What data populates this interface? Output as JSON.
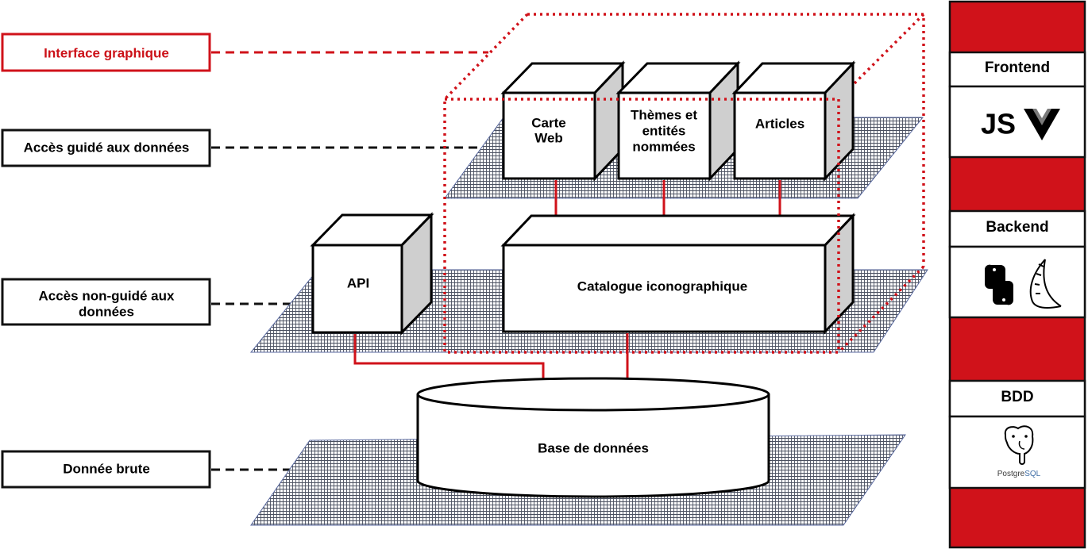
{
  "colors": {
    "accent_red": "#d0121a",
    "ui_red_text": "#cc1118",
    "box_side": "#cfcfcf",
    "grid": "#4a5a86",
    "postgres_blue": "#3f6ea6"
  },
  "layers": {
    "interface_graphique": "Interface graphique",
    "acces_guide": "Accès guidé aux données",
    "acces_non_guide_line1": "Accès non-guidé aux",
    "acces_non_guide_line2": "données",
    "donnee_brute": "Donnée brute"
  },
  "components": {
    "carte_web_line1": "Carte",
    "carte_web_line2": "Web",
    "themes_line1": "Thèmes et",
    "themes_line2": "entités",
    "themes_line3": "nommées",
    "articles": "Articles",
    "api": "API",
    "catalogue": "Catalogue iconographique",
    "base_de_donnees": "Base de données"
  },
  "stack": {
    "frontend": {
      "title": "Frontend",
      "icons": [
        "javascript-icon",
        "vue-icon"
      ],
      "js_text": "JS"
    },
    "backend": {
      "title": "Backend",
      "icons": [
        "python-icon",
        "flask-icon"
      ]
    },
    "bdd": {
      "title": "BDD",
      "icons": [
        "postgresql-icon"
      ],
      "logo_text_a": "Postgre",
      "logo_text_b": "SQL"
    }
  }
}
